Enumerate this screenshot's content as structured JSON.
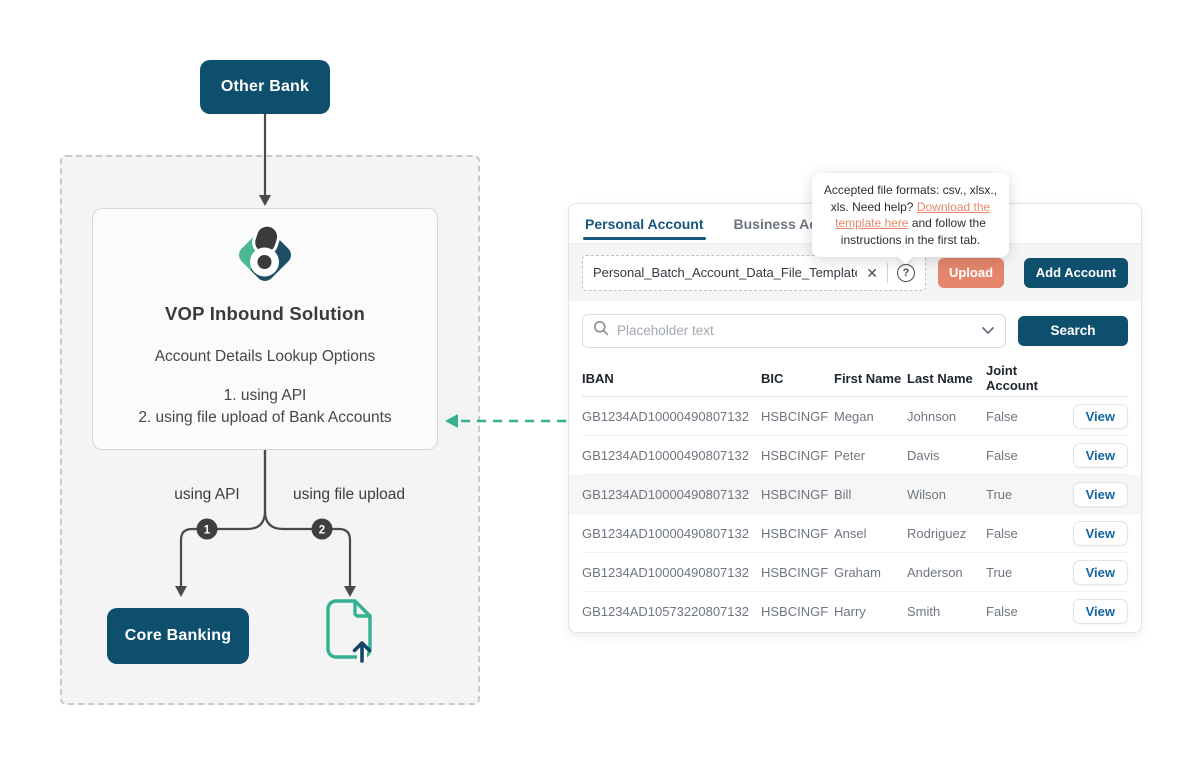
{
  "diagram": {
    "other_bank_label": "Other Bank",
    "title": "VOP Inbound Solution",
    "subtitle": "Account Details Lookup Options",
    "option1": "1. using API",
    "option2": "2. using file upload of Bank Accounts",
    "branch1_number": "1",
    "branch2_number": "2",
    "branch1_label": "using API",
    "branch2_label": "using file upload",
    "core_banking_label": "Core Banking"
  },
  "panel": {
    "tabs": [
      {
        "label": "Personal Account"
      },
      {
        "label": "Business Account"
      }
    ],
    "upload": {
      "filename": "Personal_Batch_Account_Data_File_Template.csv",
      "clear_icon": "✕",
      "help_icon": "?",
      "upload_button": "Upload",
      "add_account_button": "Add Account"
    },
    "tooltip": {
      "text_before": "Accepted file formats: csv., xlsx., xls. Need help? ",
      "link": "Download the template here",
      "text_after": " and follow the instructions in the first tab."
    },
    "search": {
      "placeholder": "Placeholder text",
      "button": "Search"
    },
    "table": {
      "headers": [
        "IBAN",
        "BIC",
        "First Name",
        "Last Name",
        "Joint Account"
      ],
      "action_label": "View",
      "rows": [
        {
          "iban": "GB1234AD10000490807132",
          "bic": "HSBCINGF",
          "first": "Megan",
          "last": "Johnson",
          "joint": "False",
          "highlight": false
        },
        {
          "iban": "GB1234AD10000490807132",
          "bic": "HSBCINGF",
          "first": "Peter",
          "last": "Davis",
          "joint": "False",
          "highlight": false
        },
        {
          "iban": "GB1234AD10000490807132",
          "bic": "HSBCINGF",
          "first": "Bill",
          "last": "Wilson",
          "joint": "True",
          "highlight": true
        },
        {
          "iban": "GB1234AD10000490807132",
          "bic": "HSBCINGF",
          "first": "Ansel",
          "last": "Rodriguez",
          "joint": "False",
          "highlight": false
        },
        {
          "iban": "GB1234AD10000490807132",
          "bic": "HSBCINGF",
          "first": "Graham",
          "last": "Anderson",
          "joint": "True",
          "highlight": false
        },
        {
          "iban": "GB1234AD10573220807132",
          "bic": "HSBCINGF",
          "first": "Harry",
          "last": "Smith",
          "joint": "False",
          "highlight": false
        }
      ]
    }
  },
  "colors": {
    "navy": "#0f4f6e",
    "tab_blue": "#15577d",
    "salmon": "#e5866c",
    "link_salmon": "#e8876a",
    "teal": "#35b092",
    "logo_teal": "#4cb795",
    "logo_navy": "#1d4e66",
    "logo_charcoal": "#3b3b3b"
  }
}
